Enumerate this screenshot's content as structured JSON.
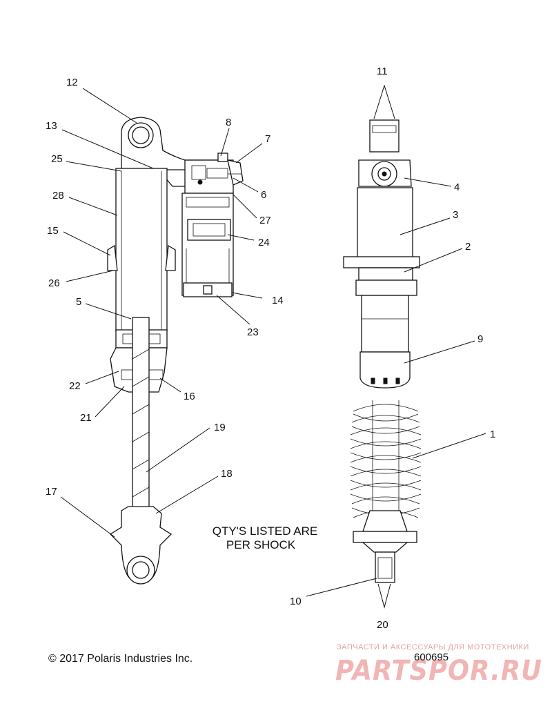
{
  "callouts": {
    "c1": "1",
    "c2": "2",
    "c3": "3",
    "c4": "4",
    "c5": "5",
    "c6": "6",
    "c7": "7",
    "c8": "8",
    "c9": "9",
    "c10": "10",
    "c11": "11",
    "c12": "12",
    "c13": "13",
    "c14": "14",
    "c15": "15",
    "c16": "16",
    "c17": "17",
    "c18": "18",
    "c19": "19",
    "c20": "20",
    "c21": "21",
    "c22": "22",
    "c23": "23",
    "c24": "24",
    "c25": "25",
    "c26": "26",
    "c27": "27",
    "c28": "28"
  },
  "note": {
    "line1": "QTY'S LISTED ARE",
    "line2": "PER SHOCK"
  },
  "footer": {
    "copyright": "© 2017 Polaris Industries Inc.",
    "part_number": "600695"
  },
  "watermark": {
    "tagline": "ЗАПЧАСТИ И АКСЕССУАРЫ ДЛЯ МОТОТЕХНИКИ",
    "logo": "PARTSPOR.RU"
  }
}
